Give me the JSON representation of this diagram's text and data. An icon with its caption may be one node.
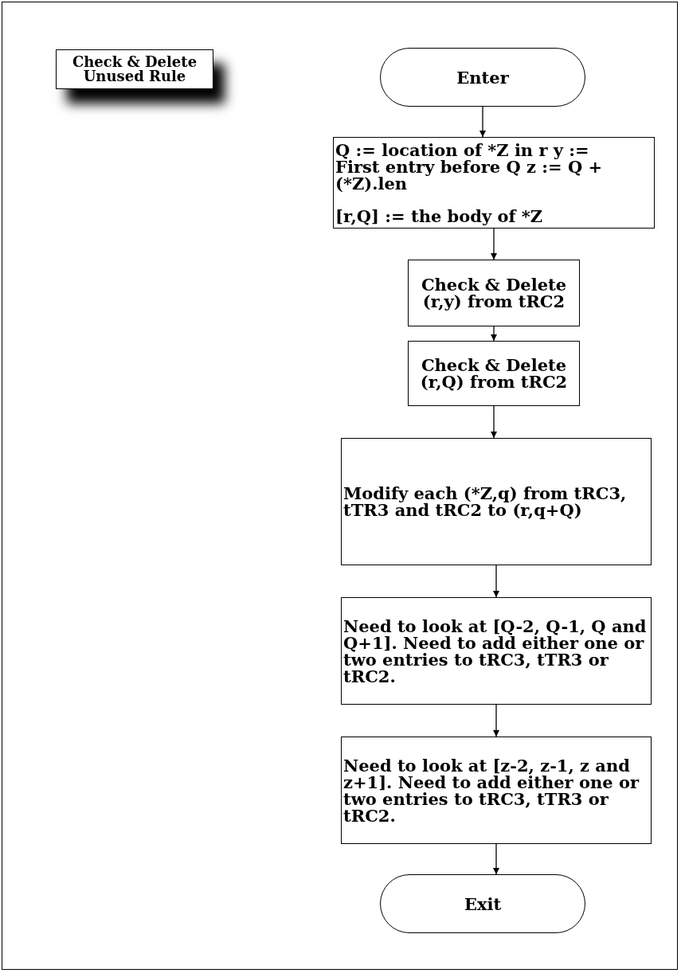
{
  "diagram": {
    "title": "Check & Delete Unused Rule",
    "nodes": [
      {
        "text": [
          "Enter"
        ]
      },
      {
        "text": [
          "Q := location of *Z in r y := First entry before Q z := Q + (*Z).len",
          "[r,Q] := the body of *Z"
        ]
      },
      {
        "text": [
          "Check & Delete (r,y) from tRC2"
        ]
      },
      {
        "text": [
          "Check & Delete (r,Q) from tRC2"
        ]
      },
      {
        "text": [
          "Modify each (*Z,q) from tRC3, tTR3 and tRC2 to (r,q+Q)"
        ]
      },
      {
        "text": [
          "Need to look at [Q-2, Q-1, Q and Q+1]. Need to add either one or two entries to tRC3, tTR3 or tRC2."
        ]
      },
      {
        "text": [
          "Need to look at [z-2, z-1, z and z+1]. Need to add either one or two entries to tRC3, tTR3 or tRC2."
        ]
      },
      {
        "text": [
          "Exit"
        ]
      }
    ],
    "edges": [
      {
        "from": 0,
        "to": 1,
        "arrow": "to"
      },
      {
        "from": 1,
        "to": 2,
        "arrow": "to"
      },
      {
        "from": 2,
        "to": 3,
        "arrow": "to"
      },
      {
        "from": 3,
        "to": 4,
        "arrow": "to"
      },
      {
        "from": 4,
        "to": 5,
        "arrow": "to"
      },
      {
        "from": 5,
        "to": 6,
        "arrow": "to"
      },
      {
        "from": 6,
        "to": 7,
        "arrow": "to"
      }
    ]
  }
}
